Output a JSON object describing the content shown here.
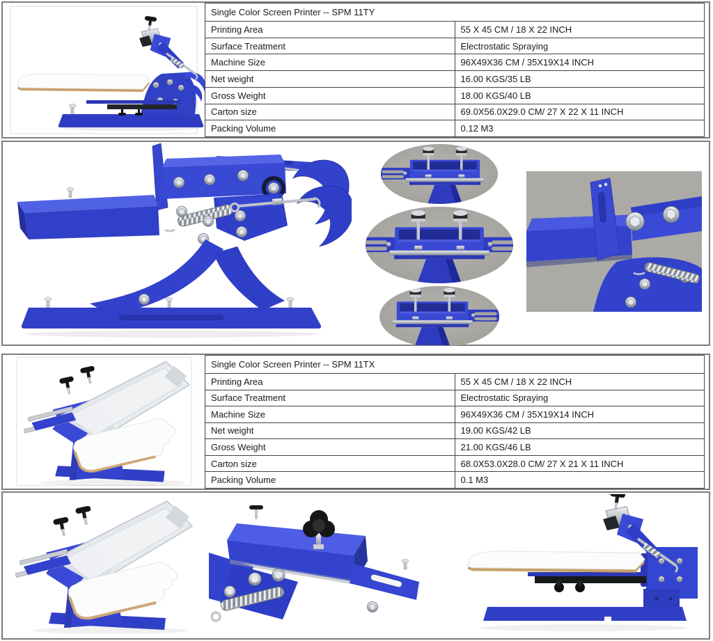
{
  "products": [
    {
      "title": "Single Color Screen Printer -- SPM 11TY",
      "rows": [
        {
          "label": "Printing Area",
          "value": "55 X 45 CM / 18 X 22 INCH"
        },
        {
          "label": "Surface Treatment",
          "value": "Electrostatic Spraying"
        },
        {
          "label": "Machine Size",
          "value": "96X49X36 CM / 35X19X14 INCH"
        },
        {
          "label": "Net weight",
          "value": "16.00 KGS/35 LB"
        },
        {
          "label": "Gross Weight",
          "value": "18.00 KGS/40 LB"
        },
        {
          "label": "Carton size",
          "value": "69.0X56.0X29.0 CM/ 27 X 22 X 11 INCH"
        },
        {
          "label": "Packing Volume",
          "value": "0.12 M3"
        }
      ]
    },
    {
      "title": "Single Color Screen Printer -- SPM 11TX",
      "rows": [
        {
          "label": "Printing Area",
          "value": "55 X 45 CM / 18 X 22 INCH"
        },
        {
          "label": "Surface Treatment",
          "value": "Electrostatic Spraying"
        },
        {
          "label": "Machine Size",
          "value": "96X49X36 CM / 35X19X14 INCH"
        },
        {
          "label": "Net weight",
          "value": "19.00 KGS/42 LB"
        },
        {
          "label": "Gross Weight",
          "value": "21.00 KGS/46 LB"
        },
        {
          "label": "Carton size",
          "value": "68.0X53.0X28.0 CM/ 27 X 21 X 11 INCH"
        },
        {
          "label": "Packing Volume",
          "value": "0.1 M3"
        }
      ]
    }
  ],
  "photos": {
    "spm11ty_side": "spm-11ty-side-view-photo",
    "frame_closeup": "machine-frame-closeup-photo",
    "clamp_positions": [
      "clamp-arm-left-position",
      "clamp-arm-both-sides",
      "clamp-arm-right-position"
    ],
    "bracket_spring": "bracket-and-spring-closeup-photo",
    "spm11tx_angle": "spm-11tx-angled-view-photo",
    "knob_spring_closeup": "clamp-knob-and-spring-closeup-photo",
    "spm11tx_side": "spm-11tx-side-view-photo"
  },
  "colors": {
    "machine_blue": "#3343ce",
    "machine_blue_dark": "#27339f",
    "machine_blue_light": "#4f60e4",
    "chrome_silver": "#c3c7cd",
    "wood_edge": "#c9a06a",
    "carpet_gray": "#a9a7a2",
    "table_border": "#434343",
    "box_border": "#7d7d7d"
  }
}
